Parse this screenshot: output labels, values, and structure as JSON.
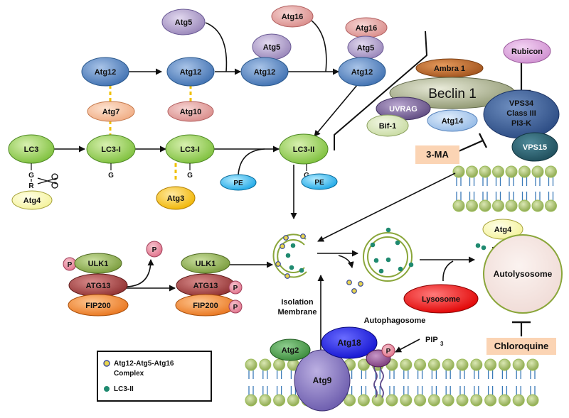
{
  "conjugation": {
    "atg5_top": "Atg5",
    "atg16_top": "Atg16",
    "atg12_a": "Atg12",
    "atg12_b": "Atg12",
    "atg12_c": "Atg12",
    "atg12_d": "Atg12",
    "atg5_mid": "Atg5",
    "atg16_stack": "Atg16",
    "atg5_stack": "Atg5",
    "atg7": "Atg7",
    "atg10": "Atg10",
    "lc3": "LC3",
    "lc3_i_a": "LC3-I",
    "lc3_i_b": "LC3-I",
    "lc3_ii": "LC3-II",
    "g_a": "G",
    "r_a": "R",
    "g_b": "G",
    "g_c": "G",
    "g_d": "G",
    "atg4_left": "Atg4",
    "atg3": "Atg3",
    "pe_a": "PE",
    "pe_b": "PE"
  },
  "pi3k_complex": {
    "ambra1": "Ambra 1",
    "beclin1": "Beclin 1",
    "uvrag": "UVRAG",
    "bif1": "Bif-1",
    "atg14": "Atg14",
    "vps34_line1": "VPS34",
    "vps34_line2": "Class III",
    "vps34_line3": "PI3-K",
    "vps15": "VPS15",
    "rubicon": "Rubicon",
    "inhibitor_3ma": "3-MA"
  },
  "ulk_complex": {
    "p_left": "P",
    "p_free": "P",
    "ulk1_a": "ULK1",
    "atg13_a": "ATG13",
    "fip200_a": "FIP200",
    "ulk1_b": "ULK1",
    "atg13_b": "ATG13",
    "fip200_b": "FIP200",
    "p_atg13": "P",
    "p_fip200": "P"
  },
  "vesicles": {
    "isolation_line1": "Isolation",
    "isolation_line2": "Membrane",
    "autophagosome": "Autophagosome",
    "lysosome": "Lysosome",
    "atg4_right": "Atg4",
    "autolysosome": "Autolysosome",
    "chloroquine": "Chloroquine"
  },
  "membrane": {
    "atg2": "Atg2",
    "atg18": "Atg18",
    "atg9": "Atg9",
    "p_pip": "P",
    "pip3_base": "PIP",
    "pip3_sub": "3"
  },
  "legend": {
    "complex_line1": "Atg12-Atg5-Atg16",
    "complex_line2": "Complex",
    "lc3_ii": "LC3-II"
  },
  "colors": {
    "atg12": "#4f81bd",
    "atg5": "#b1a0c7",
    "atg16": "#e6a0a0",
    "lc3": "#92d050",
    "atg3": "#ffc000",
    "pe": "#00b0f0",
    "lysosome": "#ff0000",
    "dot_green": "#1f8a70",
    "dot_yellow": "#e8d44d",
    "inhibitor_box": "#fbd4b4",
    "lipid_head": "#9bbb59"
  }
}
